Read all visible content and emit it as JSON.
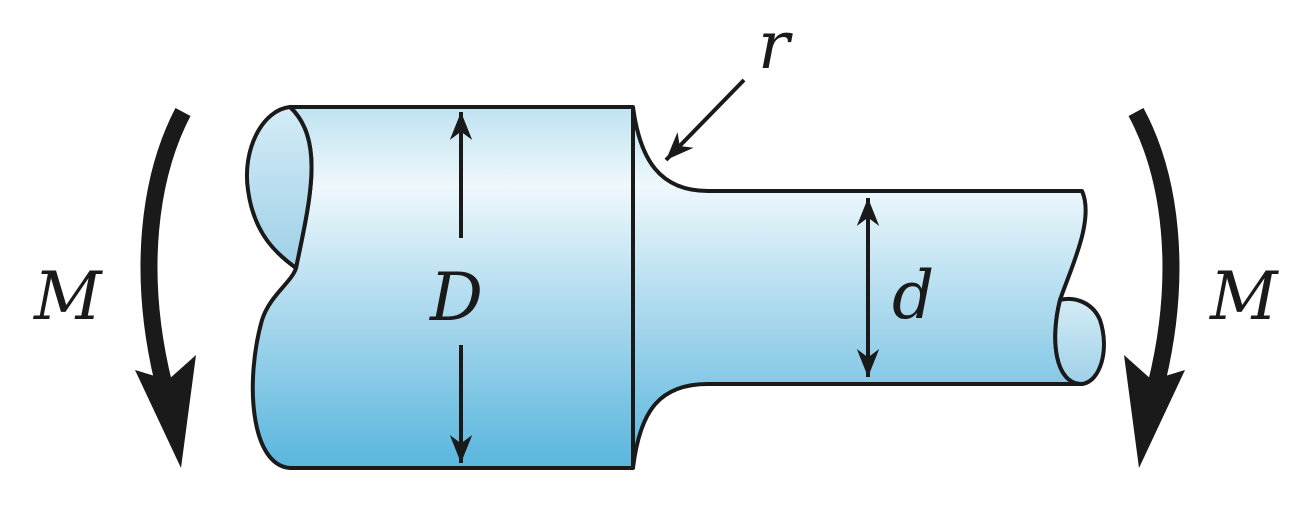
{
  "figure": {
    "labels": {
      "moment_left": "M",
      "moment_right": "M",
      "large_diameter": "D",
      "small_diameter": "d",
      "fillet_radius": "r"
    },
    "colors": {
      "shaft_light": "#e8f4fa",
      "shaft_dark": "#5db8de",
      "shaft_top": "#bfe2f1",
      "end_face": "#c4e4f2",
      "outline": "#1a1a1a",
      "moment_arrow": "#1a1a1a"
    }
  }
}
